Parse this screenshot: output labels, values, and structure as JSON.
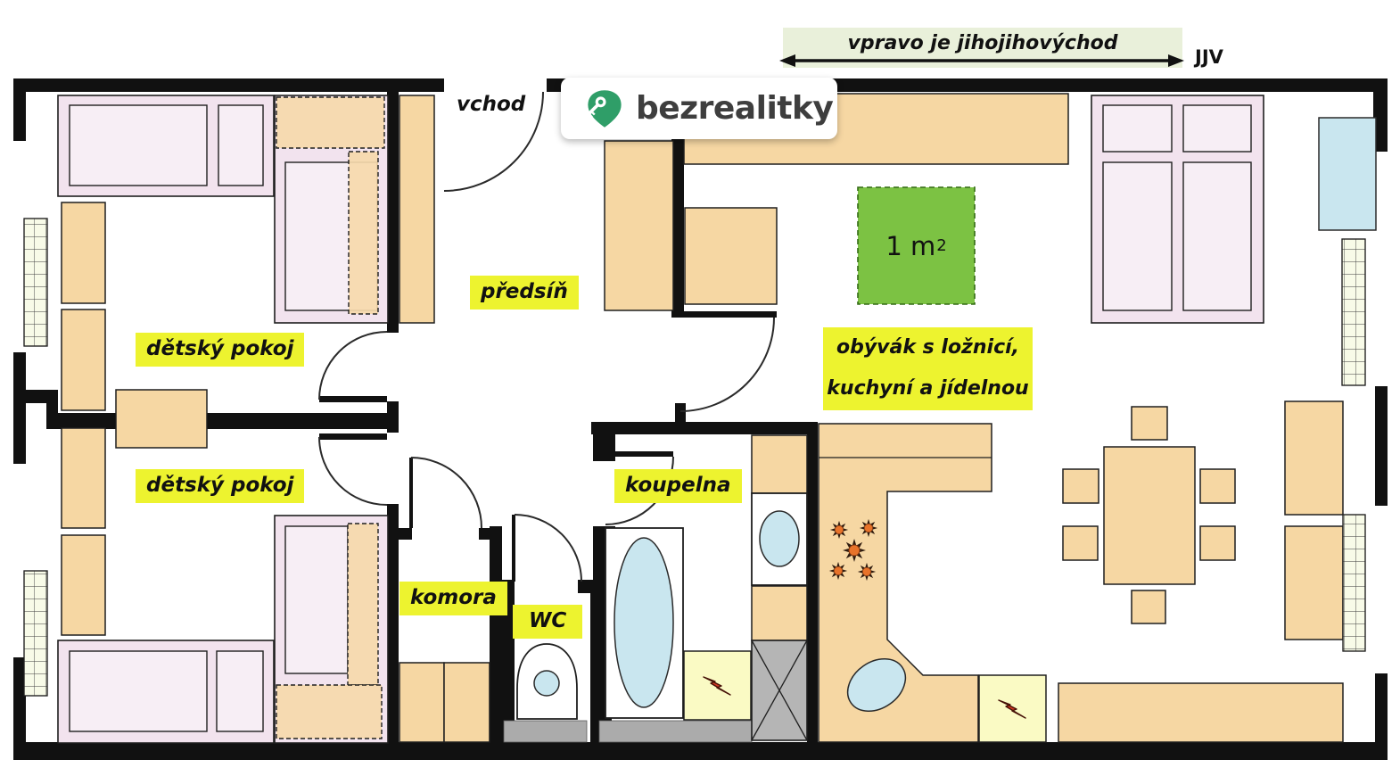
{
  "banner": {
    "text": "vpravo je jihojihovýchod",
    "compass": "JJV"
  },
  "logo": {
    "text": "bezrealitky"
  },
  "labels": {
    "entrance": "vchod",
    "hallway": "předsíň",
    "kids_room_top": "dětský pokoj",
    "kids_room_bottom": "dětský pokoj",
    "storage": "komora",
    "wc": "WC",
    "bathroom": "koupelna",
    "living_line1": "obývák s ložnicí,",
    "living_line2": "kuchyní a jídelnou",
    "area_value": "1 m",
    "area_exponent": "2"
  },
  "colors": {
    "wall": "#111111",
    "furniture": "#f6d7a3",
    "furniture_light": "#f6d9ab",
    "bed": "#f2e3ee",
    "bed_inner": "#f7eef5",
    "label_bg": "#edf32f",
    "green_box": "#7cc243",
    "green_box_border": "#336b14",
    "banner_bg": "#e9f0da",
    "blue": "#c9e6ef",
    "gray": "#ababab",
    "washer_gray": "#b5b5b5",
    "electric_bg": "#fafac4",
    "radiator": "#f8fbe8",
    "bolt_red": "#cf3722",
    "burner_orange": "#e8732a",
    "logo_green": "#2f9e68",
    "logo_text": "#3e3e3e",
    "text": "#111111"
  }
}
